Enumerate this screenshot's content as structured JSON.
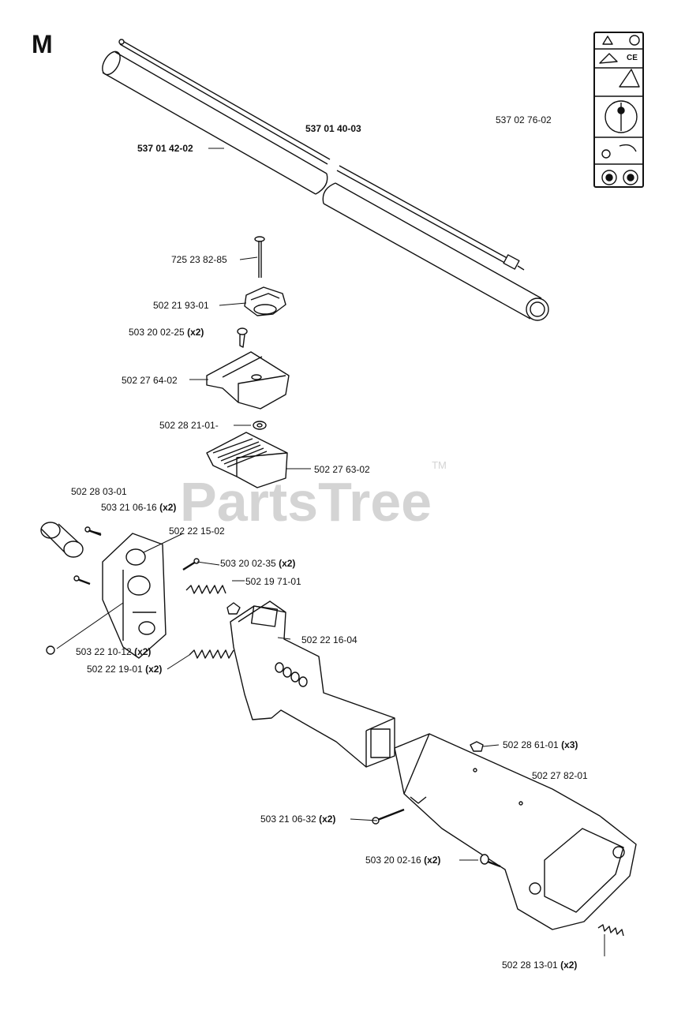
{
  "section_letter": "M",
  "watermark": {
    "text": "PartsTree",
    "mark": "TM"
  },
  "labels": [
    {
      "id": "l1",
      "part": "537 01 40-03",
      "qty": "",
      "bold": true
    },
    {
      "id": "l2",
      "part": "537 01 42-02",
      "qty": "",
      "bold": true
    },
    {
      "id": "l3",
      "part": "537 02 76-02",
      "qty": "",
      "bold": false
    },
    {
      "id": "l4",
      "part": "725 23 82-85",
      "qty": "",
      "bold": false
    },
    {
      "id": "l5",
      "part": "502 21 93-01",
      "qty": "",
      "bold": false
    },
    {
      "id": "l6",
      "part": "503 20 02-25",
      "qty": "(x2)",
      "bold": false
    },
    {
      "id": "l7",
      "part": "502 27 64-02",
      "qty": "",
      "bold": false
    },
    {
      "id": "l8",
      "part": "502 28 21-01-",
      "qty": "",
      "bold": false
    },
    {
      "id": "l9",
      "part": "502 27 63-02",
      "qty": "",
      "bold": false
    },
    {
      "id": "l10",
      "part": "502 28 03-01",
      "qty": "",
      "bold": false
    },
    {
      "id": "l11",
      "part": "503 21 06-16",
      "qty": "(x2)",
      "bold": false
    },
    {
      "id": "l12",
      "part": "502 22 15-02",
      "qty": "",
      "bold": false
    },
    {
      "id": "l13",
      "part": "503 20 02-35",
      "qty": "(x2)",
      "bold": false
    },
    {
      "id": "l14",
      "part": "502 19 71-01",
      "qty": "",
      "bold": false
    },
    {
      "id": "l15",
      "part": "502 22 16-04",
      "qty": "",
      "bold": false
    },
    {
      "id": "l16",
      "part": "503 22 10-12",
      "qty": "(x2)",
      "bold": false
    },
    {
      "id": "l17",
      "part": "502 22 19-01",
      "qty": "(x2)",
      "bold": false
    },
    {
      "id": "l18",
      "part": "502 28 61-01",
      "qty": "(x3)",
      "bold": false
    },
    {
      "id": "l19",
      "part": "502 27 82-01",
      "qty": "",
      "bold": false
    },
    {
      "id": "l20",
      "part": "503 21 06-32",
      "qty": "(x2)",
      "bold": false
    },
    {
      "id": "l21",
      "part": "503 20 02-16",
      "qty": "(x2)",
      "bold": false
    },
    {
      "id": "l22",
      "part": "502 28 13-01",
      "qty": "(x2)",
      "bold": false
    }
  ],
  "warning_decal_text": {
    "line1": "CE"
  }
}
